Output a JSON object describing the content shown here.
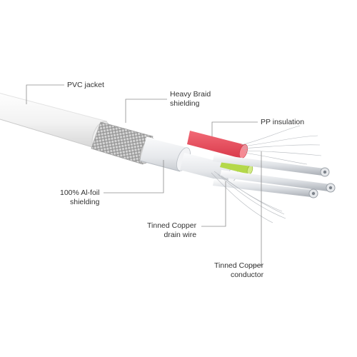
{
  "labels": {
    "pvc_jacket": "PVC jacket",
    "braid_line1": "Heavy Braid",
    "braid_line2": "shielding",
    "pp_insulation": "PP insulation",
    "foil_line1": "100% Al-foil",
    "foil_line2": "shielding",
    "drain_line1": "Tinned Copper",
    "drain_line2": "drain wire",
    "conductor_line1": "Tinned Copper",
    "conductor_line2": "conductor"
  },
  "colors": {
    "jacket": "#f4f4f4",
    "braid": "#c9c9c9",
    "foil": "#e9ebee",
    "insulation_red": "#e94b5a",
    "insulation_green": "#b4d84a",
    "conductor": "#d9dde2",
    "leader_line": "#8c8c8c"
  }
}
